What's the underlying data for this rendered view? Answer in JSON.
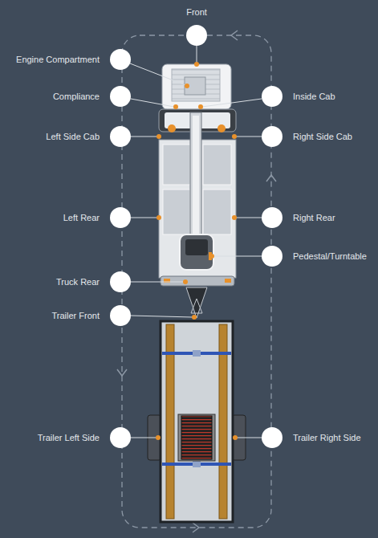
{
  "diagram": {
    "nodes": [
      {
        "text": [
          "Front"
        ]
      },
      {
        "text": [
          "Engine Compartment"
        ]
      },
      {
        "text": [
          "Compliance"
        ]
      },
      {
        "text": [
          "Inside Cab"
        ]
      },
      {
        "text": [
          "Left Side Cab"
        ]
      },
      {
        "text": [
          "Right Side Cab"
        ]
      },
      {
        "text": [
          "Left Rear"
        ]
      },
      {
        "text": [
          "Right Rear"
        ]
      },
      {
        "text": [
          "Pedestal/Turntable"
        ]
      },
      {
        "text": [
          "Truck Rear"
        ]
      },
      {
        "text": [
          "Trailer Front"
        ]
      },
      {
        "text": [
          "Trailer Left Side"
        ]
      },
      {
        "text": [
          "Trailer Right Side"
        ]
      }
    ]
  }
}
